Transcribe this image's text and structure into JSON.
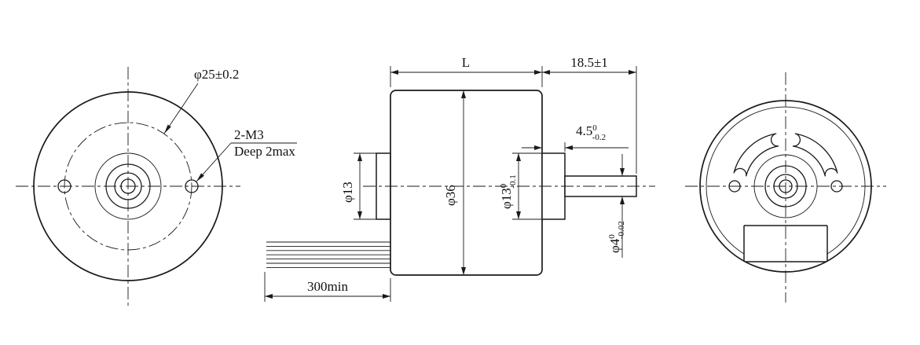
{
  "drawing_type": "motor-outline-three-view",
  "line_color": "#1a1a1a",
  "background": "#ffffff",
  "front_view": {
    "pcd_label": "φ25±0.2",
    "tap_label": "2-M3",
    "tap_note": "Deep 2max"
  },
  "side_view": {
    "length_label": "L",
    "shaft_section_label": "18.5±1",
    "boss_length": {
      "value": "4.5",
      "tol_upper": "0",
      "tol_lower": "-0.2"
    },
    "front_boss_dia_label": "φ13",
    "body_dia_label": "φ36",
    "rear_boss_dia": {
      "value": "φ13",
      "tol_upper": "0",
      "tol_lower": "-0.1"
    },
    "shaft_dia": {
      "value": "φ4",
      "tol_upper": "0",
      "tol_lower": "-0.02"
    },
    "lead_length_label": "300min"
  }
}
